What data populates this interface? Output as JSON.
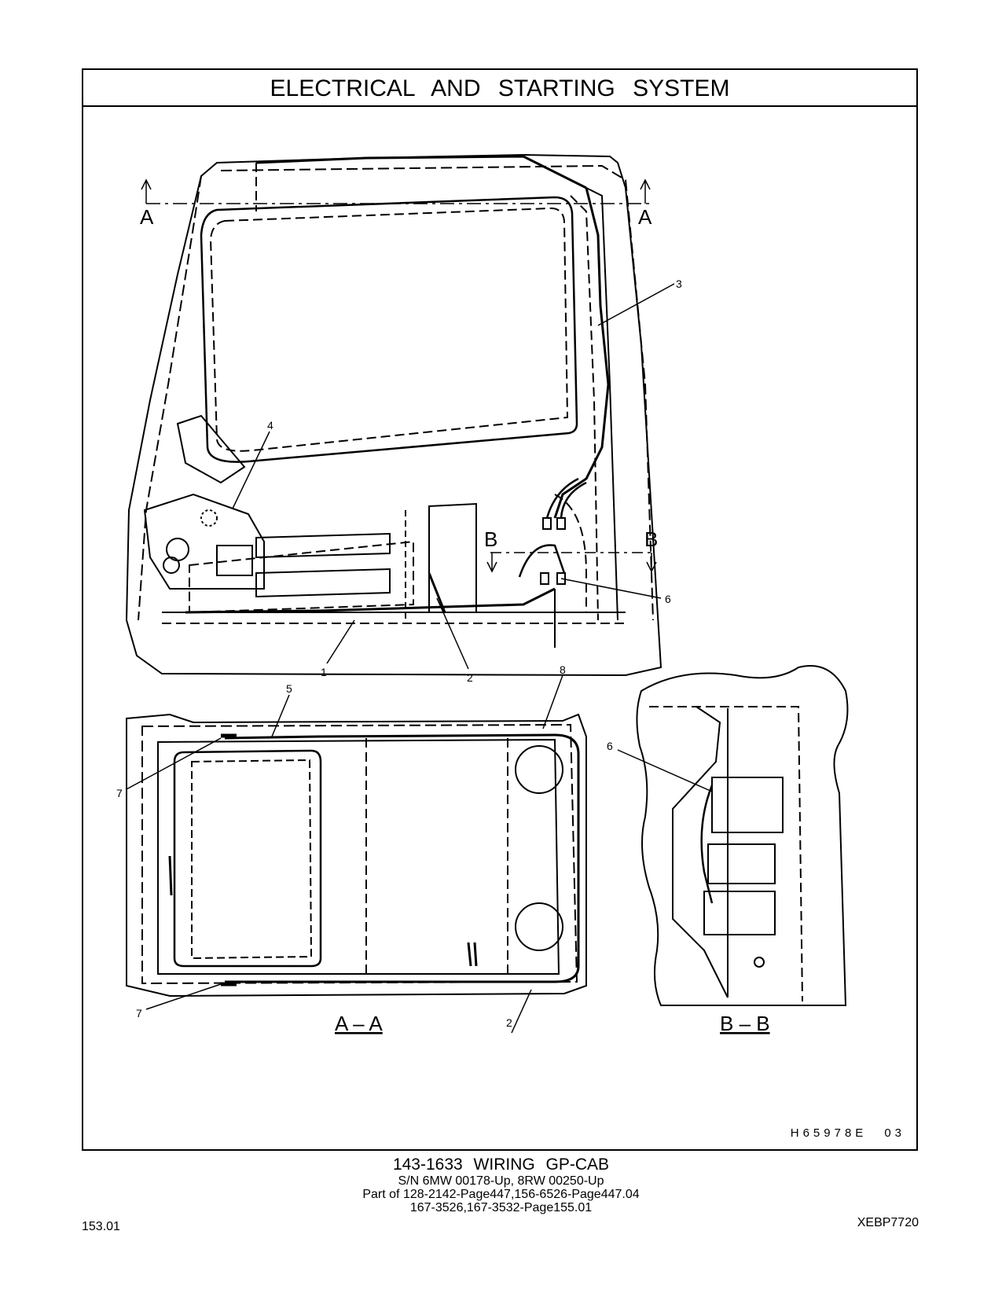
{
  "header": {
    "title": "ELECTRICAL AND STARTING SYSTEM"
  },
  "views": {
    "section_a_marker": "A",
    "section_b_marker": "B",
    "view_a_label": "A – A",
    "view_b_label": "B – B"
  },
  "callouts": {
    "c1": "1",
    "c2": "2",
    "c3": "3",
    "c4": "4",
    "c5": "5",
    "c6": "6",
    "c7": "7",
    "c8": "8"
  },
  "drawing_code": {
    "id": "H65978E",
    "rev": "03"
  },
  "caption": {
    "title": "143-1633 WIRING GP-CAB",
    "serial": "S/N 6MW 00178-Up, 8RW 00250-Up",
    "part_of": "Part of 128-2142-Page447,156-6526-Page447.04",
    "refs": "167-3526,167-3532-Page155.01"
  },
  "footer": {
    "page": "153.01",
    "doc_id": "XEBP7720"
  }
}
